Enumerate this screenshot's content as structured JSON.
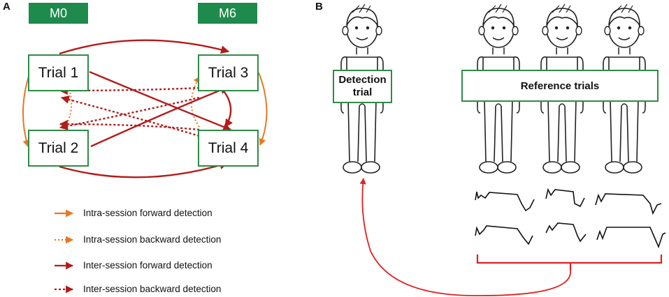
{
  "panel_a": {
    "letter": "A",
    "sessions": [
      "M0",
      "M6"
    ],
    "trials": [
      "Trial 1",
      "Trial 2",
      "Trial 3",
      "Trial 4"
    ],
    "legend": [
      {
        "label": "Intra-session forward detection",
        "color": "#e87722",
        "style": "solid"
      },
      {
        "label": "Intra-session backward detection",
        "color": "#e87722",
        "style": "dotted"
      },
      {
        "label": "Inter-session forward detection",
        "color": "#b31b1b",
        "style": "solid"
      },
      {
        "label": "Inter-session backward detection",
        "color": "#b31b1b",
        "style": "dotted"
      }
    ]
  },
  "panel_b": {
    "letter": "B",
    "detection_label_line1": "Detection",
    "detection_label_line2": "trial",
    "reference_label": "Reference trials",
    "link_color": "#e02020"
  },
  "colors": {
    "green": "#2e8b48",
    "tag_green": "#1e8a4c",
    "orange": "#e87722",
    "dark_red": "#b31b1b",
    "red": "#e02020"
  }
}
